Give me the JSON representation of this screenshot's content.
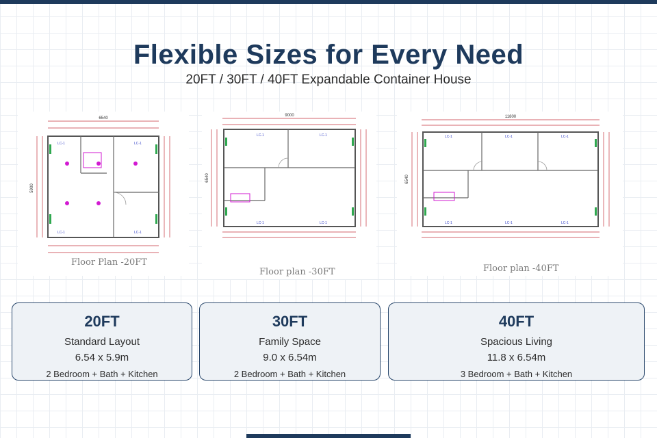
{
  "header": {
    "title": "Flexible Sizes for Every Need",
    "subtitle": "20FT / 30FT / 40FT Expandable Container House"
  },
  "plans": [
    {
      "caption": "Floor Plan -20FT",
      "width": "6540",
      "height": "5900"
    },
    {
      "caption": "Floor plan -30FT",
      "width": "9000",
      "height": "6540"
    },
    {
      "caption": "Floor plan -40FT",
      "width": "11800",
      "height": "6540"
    }
  ],
  "cards": [
    {
      "size": "20FT",
      "name": "Standard Layout",
      "dimensions": "6.54 x 5.9m",
      "rooms": "2 Bedroom + Bath + Kitchen"
    },
    {
      "size": "30FT",
      "name": "Family Space",
      "dimensions": "9.0 x 6.54m",
      "rooms": "2 Bedroom + Bath + Kitchen"
    },
    {
      "size": "40FT",
      "name": "Spacious Living",
      "dimensions": "11.8 x 6.54m",
      "rooms": "3 Bedroom + Bath + Kitchen"
    }
  ]
}
